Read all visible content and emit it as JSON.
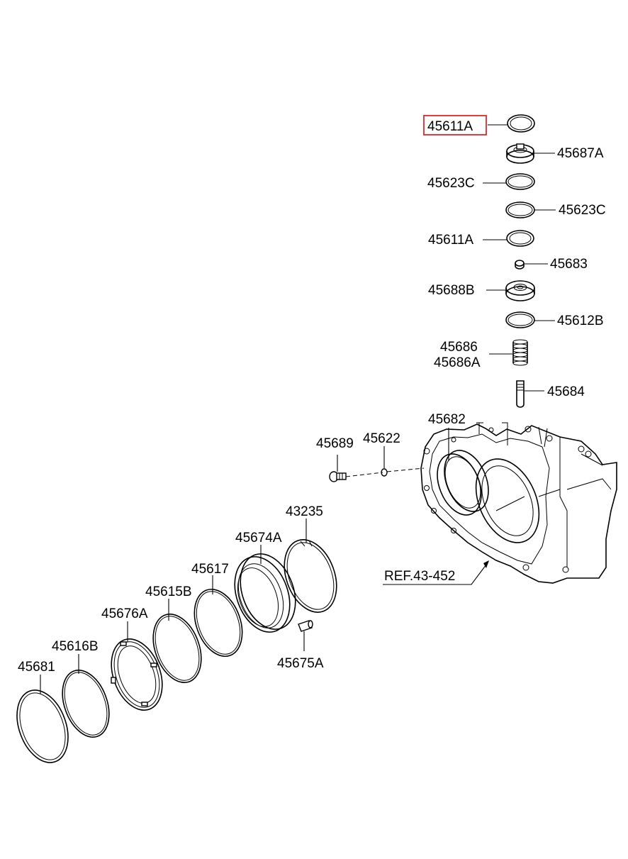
{
  "highlight_color": "#e3262a",
  "parts": {
    "p45611A_top": "45611A",
    "p45687A": "45687A",
    "p45623C_left": "45623C",
    "p45623C_right": "45623C",
    "p45611A": "45611A",
    "p45683": "45683",
    "p45688B": "45688B",
    "p45612B": "45612B",
    "p45686": "45686",
    "p45686A": "45686A",
    "p45684": "45684",
    "p45682": "45682",
    "p45689": "45689",
    "p45622": "45622",
    "p43235": "43235",
    "p45674A": "45674A",
    "p45617": "45617",
    "p45615B": "45615B",
    "p45676A": "45676A",
    "p45616B": "45616B",
    "p45681": "45681",
    "p45675A": "45675A"
  },
  "reference": "REF.43-452"
}
